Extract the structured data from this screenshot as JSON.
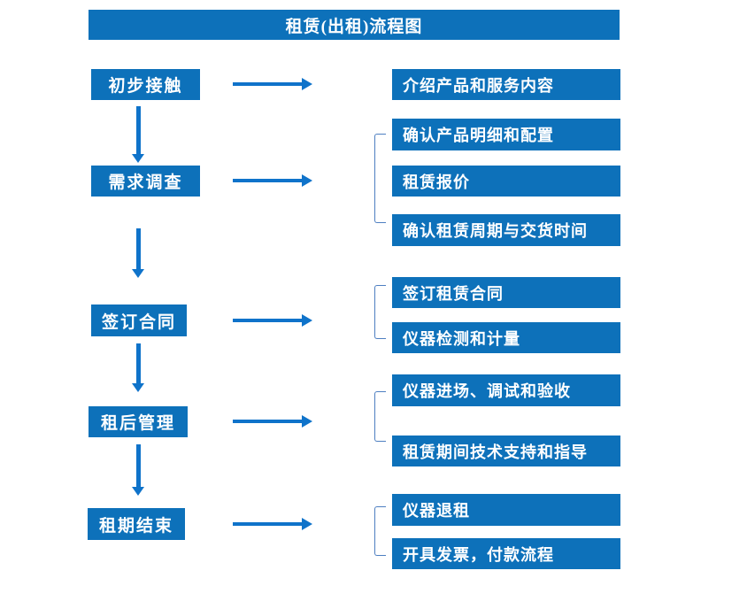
{
  "title": "租赁(出租)流程图",
  "colors": {
    "box_blue": "#0D71BA",
    "arrow_blue": "#0F73CA",
    "bracket_blue": "#4E7FC1",
    "text": "#FFFFFF",
    "background": "#FFFFFF"
  },
  "steps": [
    {
      "label": "初步接触",
      "details": [
        "介绍产品和服务内容"
      ]
    },
    {
      "label": "需求调查",
      "details": [
        "确认产品明细和配置",
        "租赁报价",
        "确认租赁周期与交货时间"
      ]
    },
    {
      "label": "签订合同",
      "details": [
        "签订租赁合同",
        "仪器检测和计量"
      ]
    },
    {
      "label": "租后管理",
      "details": [
        "仪器进场、调试和验收",
        "租赁期间技术支持和指导"
      ]
    },
    {
      "label": "租期结束",
      "details": [
        "仪器退租",
        "开具发票，付款流程"
      ]
    }
  ]
}
